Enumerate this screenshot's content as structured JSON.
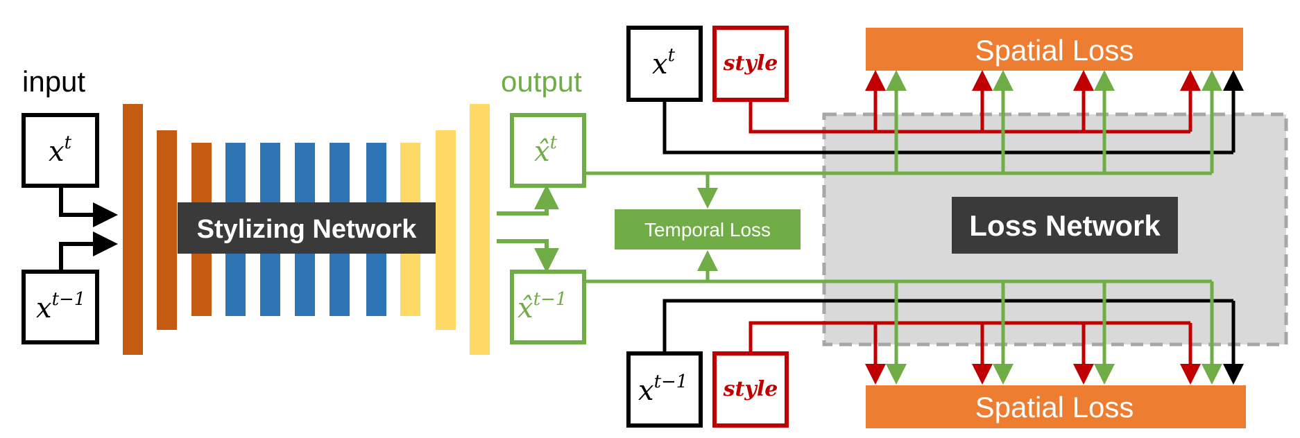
{
  "labels": {
    "input": "input",
    "output": "output",
    "stylizing_network": "Stylizing Network",
    "temporal_loss": "Temporal Loss",
    "loss_network": "Loss Network",
    "spatial_loss_top": "Spatial Loss",
    "spatial_loss_bottom": "Spatial Loss"
  },
  "boxes": {
    "input_xt": {
      "base": "x",
      "sup": "t"
    },
    "input_xt1": {
      "base": "x",
      "sup": "t−1"
    },
    "output_xt": {
      "base": "x̂",
      "sup": "t"
    },
    "output_xt1": {
      "base": "x̂",
      "sup": "t−1"
    },
    "top_xt": {
      "base": "x",
      "sup": "t"
    },
    "bottom_xt1": {
      "base": "x",
      "sup": "t−1"
    },
    "style_top": "style",
    "style_bottom": "style"
  },
  "colors": {
    "encoder": "#c55a11",
    "residual": "#2e75b6",
    "decoder": "#ffd966",
    "output_green": "#70ad47",
    "spatial_loss": "#ed7d31",
    "style_red": "#c00000",
    "loss_network_bg": "#d9d9d9",
    "dark_label": "#3a3a3a"
  }
}
